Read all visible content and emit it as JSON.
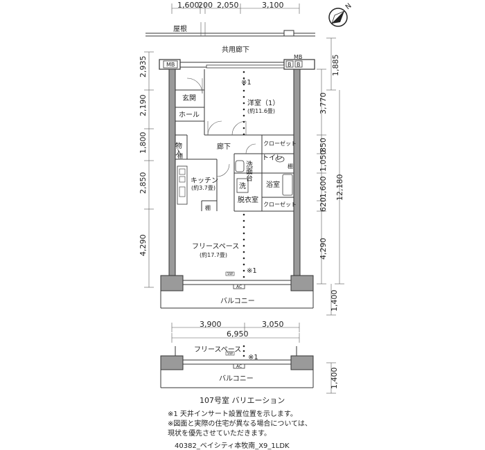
{
  "compass_letter": "N",
  "dimensions": {
    "top": [
      "1,600",
      "200",
      "2,050",
      "3,100"
    ],
    "left": [
      "2,935",
      "2,190",
      "1,800",
      "2,850",
      "4,290"
    ],
    "right_outer": [
      "1,885",
      "3,770",
      "1,050",
      "850",
      "1,600",
      "620",
      "12,180",
      "4,290",
      "1,400"
    ],
    "bottom_sub": [
      "3,900",
      "3,050"
    ],
    "bottom_total": "6,950",
    "variation_right": "1,400"
  },
  "labels": {
    "roof": "屋根",
    "corridor_common": "共用廊下",
    "mb_left": "MB",
    "mb_right": "MB",
    "b1": "B",
    "b2": "B",
    "note_mark_top": "※1",
    "entrance": "玄関",
    "hall": "ホール",
    "storage": "物入",
    "hallway": "廊下",
    "western_room": "洋室（1）",
    "western_room_area": "(約11.6畳)",
    "closet_1": "クローゼット",
    "closet_2": "クローゼット",
    "toilet": "トイレ",
    "shelf_1": "棚",
    "shelf_2": "棚",
    "shelf_3": "棚",
    "washbasin": "洗面台",
    "kitchen": "キッチン",
    "kitchen_area": "(約3.7畳)",
    "washer": "洗",
    "bathroom": "浴室",
    "dressing_room": "脱衣室",
    "free_space": "フリースペース",
    "free_space_area": "(約17.7畳)",
    "note_mark_mid": "※1",
    "balcony": "バルコニー",
    "ac": "AC",
    "sw": "SW"
  },
  "variation": {
    "free_space": "フリースペース",
    "note_mark": "※1",
    "balcony": "バルコニー",
    "ac": "AC",
    "sw": "SW",
    "title": "107号室 バリエーション"
  },
  "notes": [
    "※1  天井インサート設置位置を示します。",
    "※図面と実際の住宅が異なる場合については、",
    "   現状を優先させていただきます。"
  ],
  "footer_code": "40382_ベイシティ本牧南_X9_1LDK"
}
